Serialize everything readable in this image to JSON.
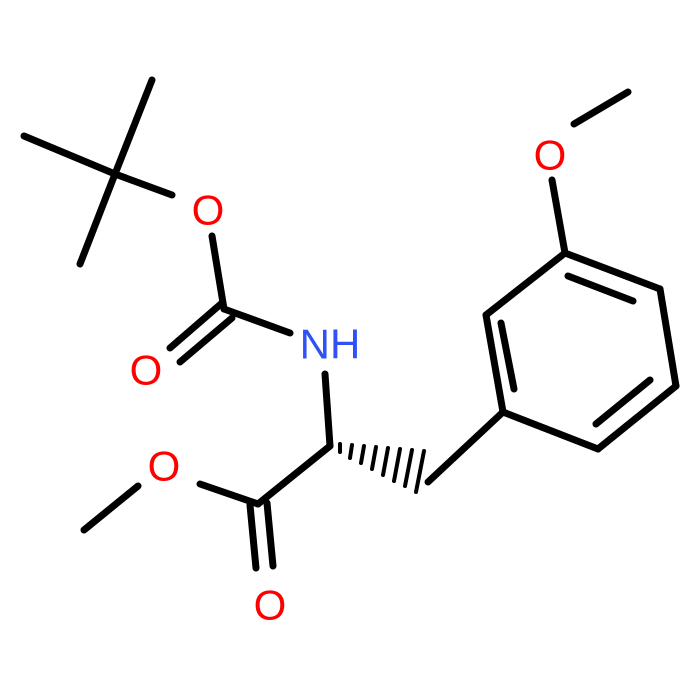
{
  "colors": {
    "bond": "#000000",
    "oxygen": "#ff0000",
    "nitrogen": "#3050f8"
  },
  "labels": {
    "o_boc_ether": "O",
    "o_boc_carbonyl": "O",
    "nh": "NH",
    "o_ester_ether": "O",
    "o_ester_carbonyl": "O",
    "o_methoxy": "O"
  }
}
